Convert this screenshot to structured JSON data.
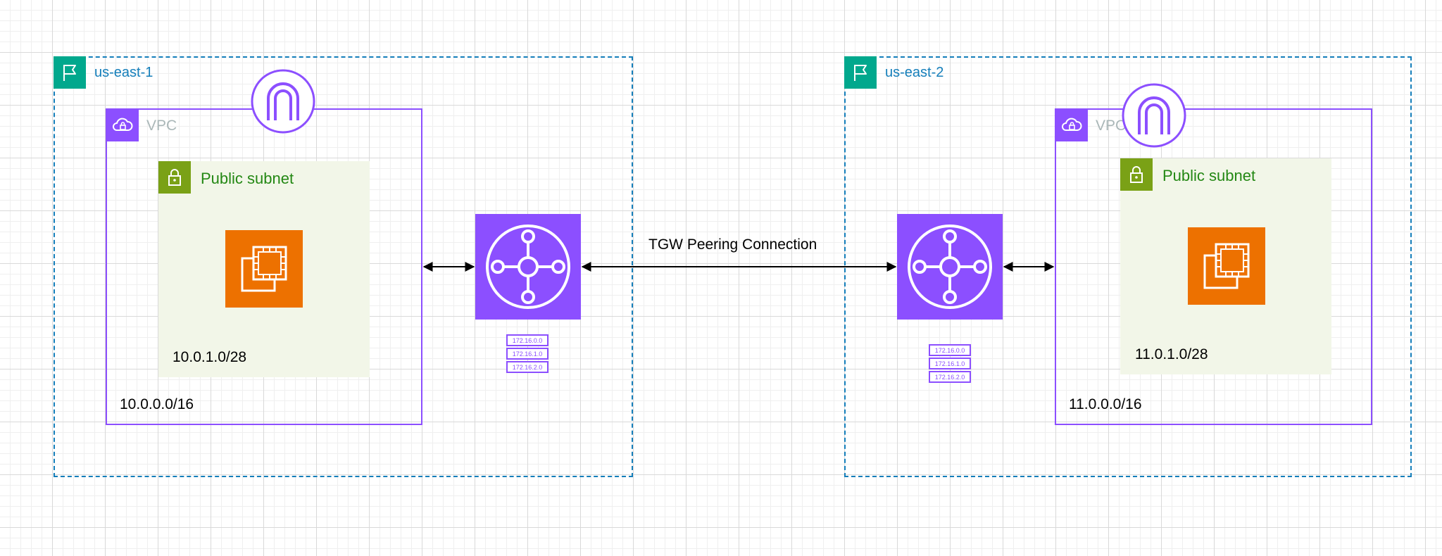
{
  "diagram": {
    "connection_label": "TGW Peering Connection",
    "regions": [
      {
        "name": "us-east-1",
        "vpc": {
          "label": "VPC",
          "cidr": "10.0.0.0/16"
        },
        "subnet": {
          "label": "Public subnet",
          "cidr": "10.0.1.0/28"
        },
        "route_table": [
          "172.16.0.0",
          "172.16.1.0",
          "172.16.2.0"
        ]
      },
      {
        "name": "us-east-2",
        "vpc": {
          "label": "VPC",
          "cidr": "11.0.0.0/16"
        },
        "subnet": {
          "label": "Public subnet",
          "cidr": "11.0.1.0/28"
        },
        "route_table": [
          "172.16.0.0",
          "172.16.1.0",
          "172.16.2.0"
        ]
      }
    ]
  },
  "icons": {
    "region": "flag-icon",
    "vpc": "vpc-cloud-lock-icon",
    "subnet": "padlock-icon",
    "instance": "ec2-instance-icon",
    "transit_gateway": "transit-gateway-icon",
    "internet_gateway": "internet-gateway-icon",
    "route_table": "route-table-icon"
  },
  "colors": {
    "region_border": "#147eba",
    "region_flag": "#01a88d",
    "vpc": "#8c4fff",
    "subnet_fill": "#f2f6e8",
    "subnet_icon": "#7aa116",
    "subnet_text": "#248814",
    "ec2": "#ed7100",
    "transit_gateway": "#8c4fff"
  }
}
